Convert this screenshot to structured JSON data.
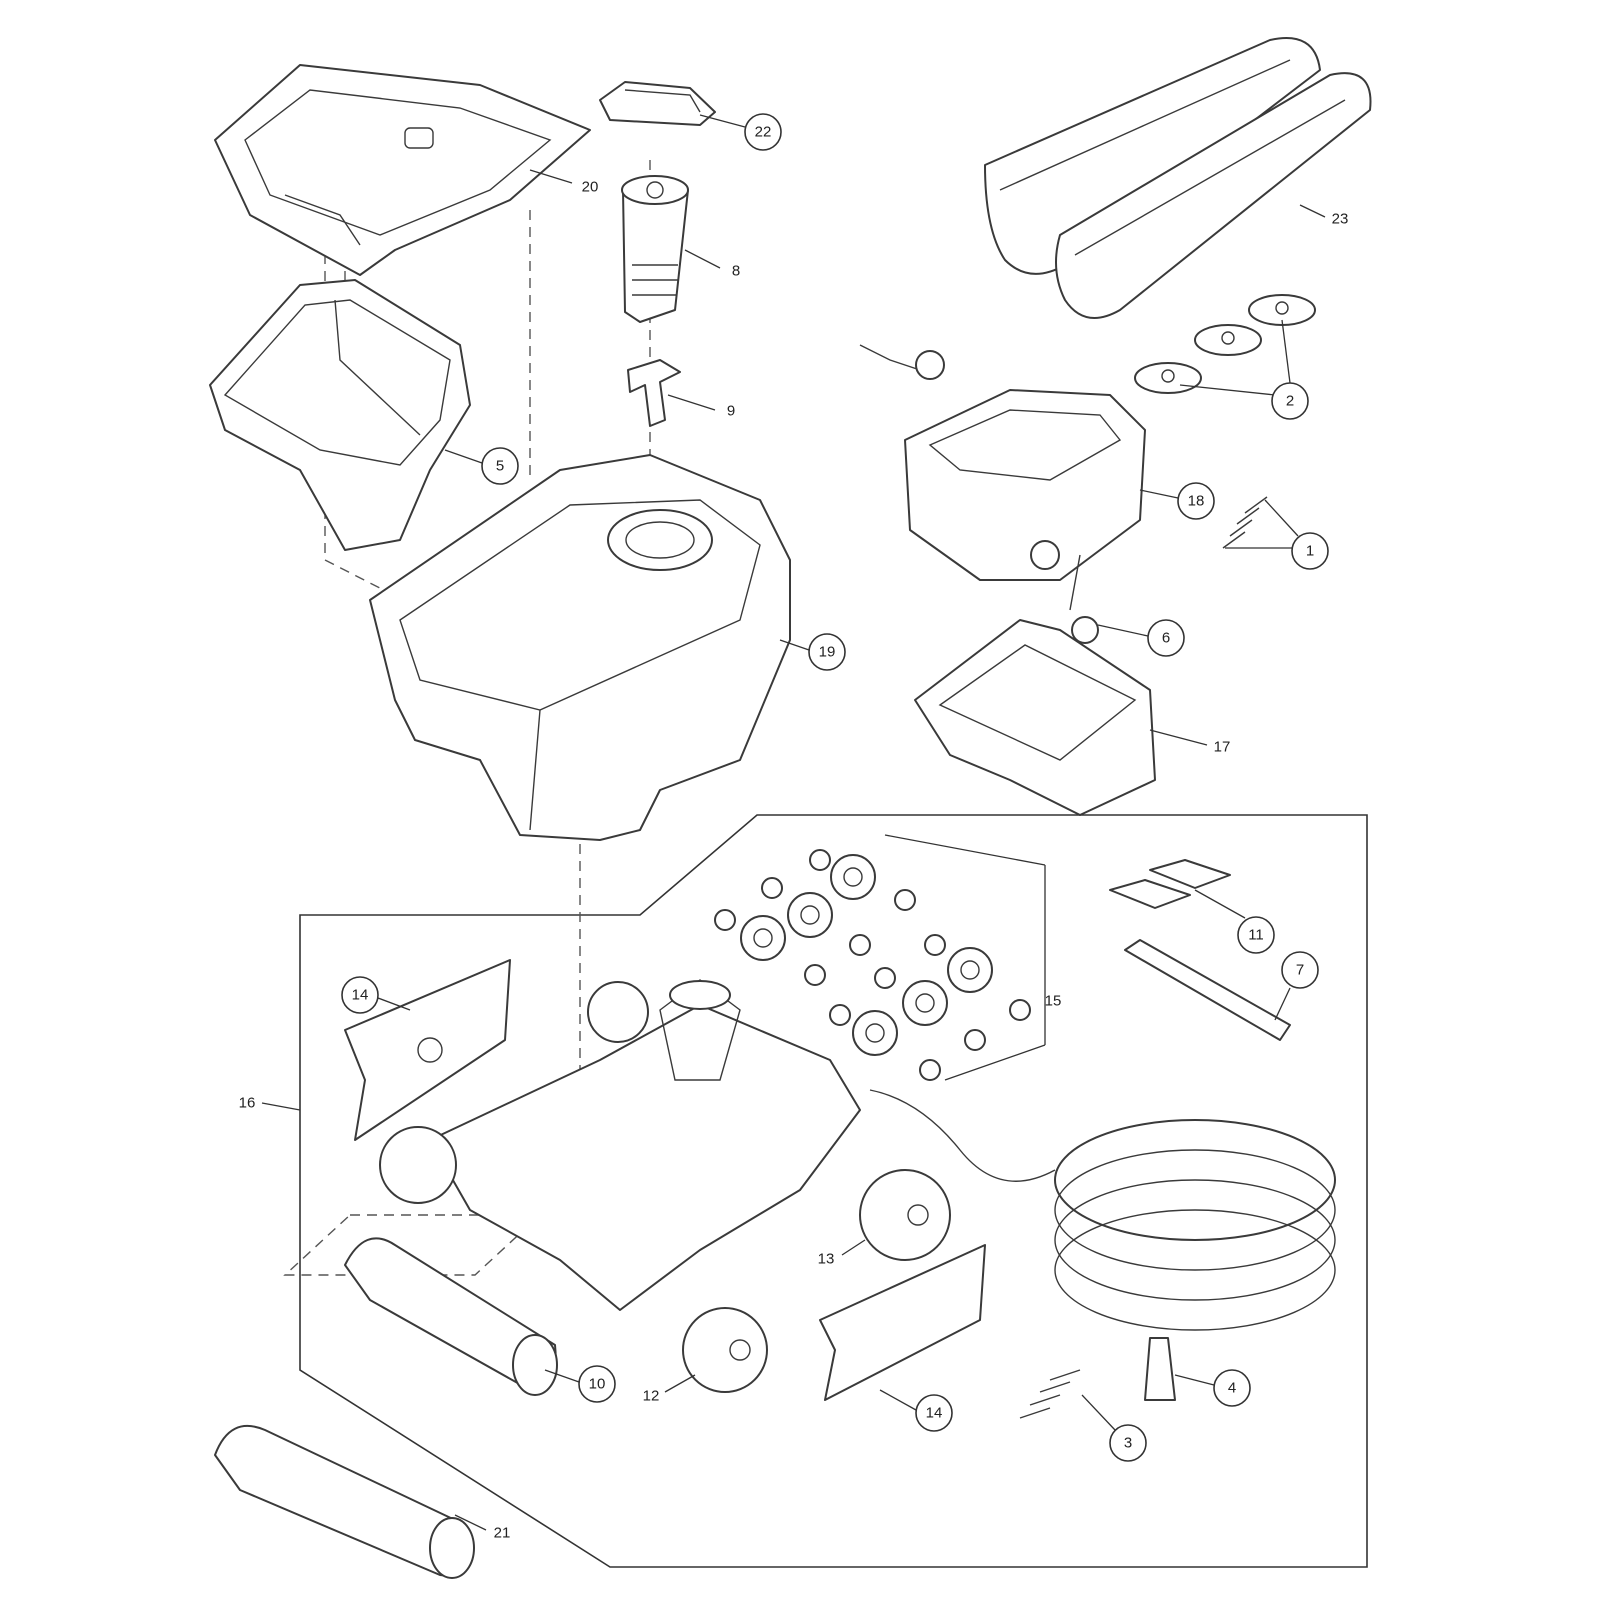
{
  "diagram": {
    "type": "exploded-parts-diagram",
    "callouts": {
      "p22": "22",
      "p20": "20",
      "p8": "8",
      "p9": "9",
      "p5": "5",
      "p19": "19",
      "p23": "23",
      "p2": "2",
      "p18": "18",
      "p1": "1",
      "p6": "6",
      "p17": "17",
      "p11": "11",
      "p7": "7",
      "p15": "15",
      "p14a": "14",
      "p16": "16",
      "p13": "13",
      "p10": "10",
      "p12": "12",
      "p14b": "14",
      "p4": "4",
      "p3": "3",
      "p21": "21"
    }
  }
}
